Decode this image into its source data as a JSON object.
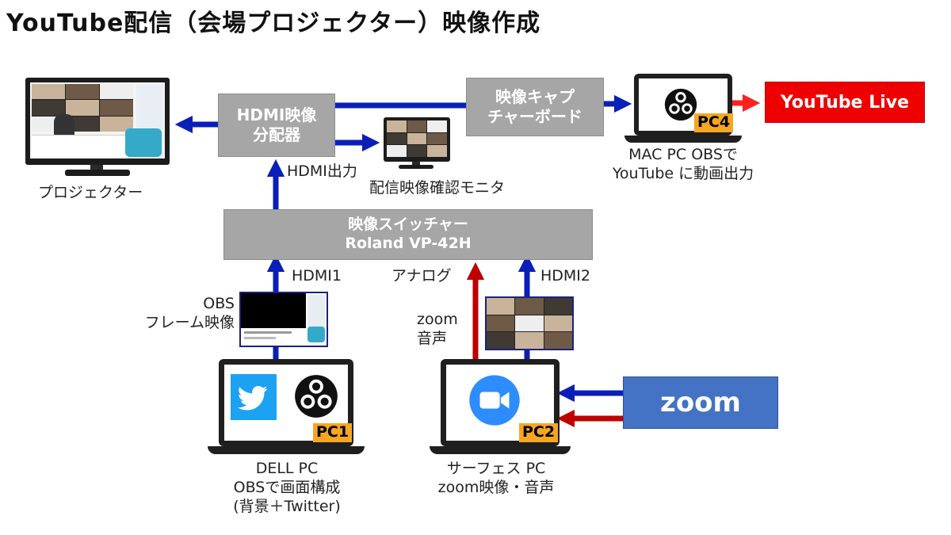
{
  "title": "YouTube配信（会場プロジェクター）映像作成",
  "nodes": {
    "hdmi_splitter": {
      "line1": "HDMI映像",
      "line2": "分配器"
    },
    "capture": {
      "line1": "映像キャプ",
      "line2": "チャーボード"
    },
    "youtube_live": "YouTube Live",
    "switcher": {
      "line1": "映像スイッチャー",
      "line2": "Roland VP-42H"
    },
    "zoom": "zoom"
  },
  "labels": {
    "projector": "プロジェクター",
    "confirm_monitor": "配信映像確認モニタ",
    "hdmi_out": "HDMI出力",
    "hdmi1": "HDMI1",
    "analog": "アナログ",
    "hdmi2": "HDMI2",
    "obs_frame_line1": "OBS",
    "obs_frame_line2": "フレーム映像",
    "zoom_audio_line1": "zoom",
    "zoom_audio_line2": "音声",
    "pc4_line1": "MAC PC OBSで",
    "pc4_line2": "YouTube に動画出力",
    "pc1_line1": "DELL PC",
    "pc1_line2": "OBSで画面構成",
    "pc1_line3": "(背景＋Twitter)",
    "pc2_line1": "サーフェス PC",
    "pc2_line2": "zoom映像・音声"
  },
  "badges": {
    "pc1": "PC1",
    "pc2": "PC2",
    "pc4": "PC4"
  },
  "colors": {
    "video_arrow": "#0a1fb8",
    "audio_arrow": "#c00000",
    "youtube_arrow": "#ff2020",
    "box_gray": "#a6a6a6",
    "youtube_red": "#ee0000",
    "zoom_blue": "#4472c4",
    "badge_orange": "#f5a623"
  },
  "icons": [
    "obs-logo-icon",
    "twitter-bird-icon",
    "zoom-camera-icon"
  ]
}
